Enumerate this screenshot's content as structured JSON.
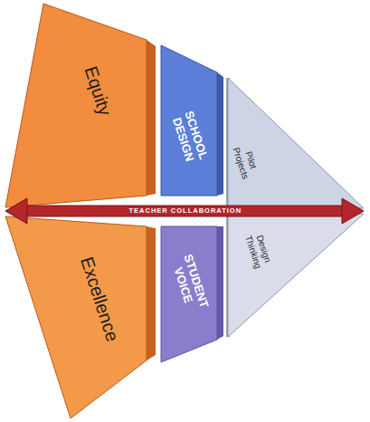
{
  "diagram": {
    "nodes": [
      {
        "text": [
          "Equity"
        ]
      },
      {
        "text": [
          "Excellence"
        ]
      },
      {
        "text": [
          "SCHOOL DESIGN"
        ]
      },
      {
        "text": [
          "STUDENT VOICE"
        ]
      },
      {
        "text": [
          "Pilot Projects"
        ]
      },
      {
        "text": [
          "Design Thinking"
        ]
      }
    ],
    "labels": [
      "TEACHER COLLABORATION"
    ]
  }
}
